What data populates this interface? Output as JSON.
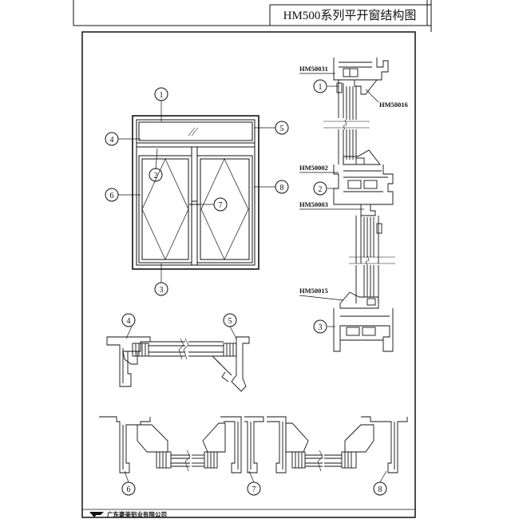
{
  "drawing": {
    "title": "HM500系列平开窗结构图",
    "company": "广东豪美铝业有限公司"
  },
  "elevation_callouts": [
    "1",
    "2",
    "3",
    "4",
    "5",
    "6",
    "7",
    "8"
  ],
  "section_callouts": {
    "vertical": [
      "1",
      "2",
      "3"
    ],
    "top_horizontal": [
      "4",
      "5"
    ],
    "bottom_horizontal": [
      "6",
      "7",
      "8"
    ]
  },
  "profile_codes": {
    "top_frame": "HM50031",
    "top_sash": "HM50016",
    "transom": "HM50002",
    "mullion": "HM50003",
    "bottom": "HM50015"
  },
  "colors": {
    "line": "#111111",
    "paper": "#ffffff",
    "glass_hatch": "#444444"
  }
}
